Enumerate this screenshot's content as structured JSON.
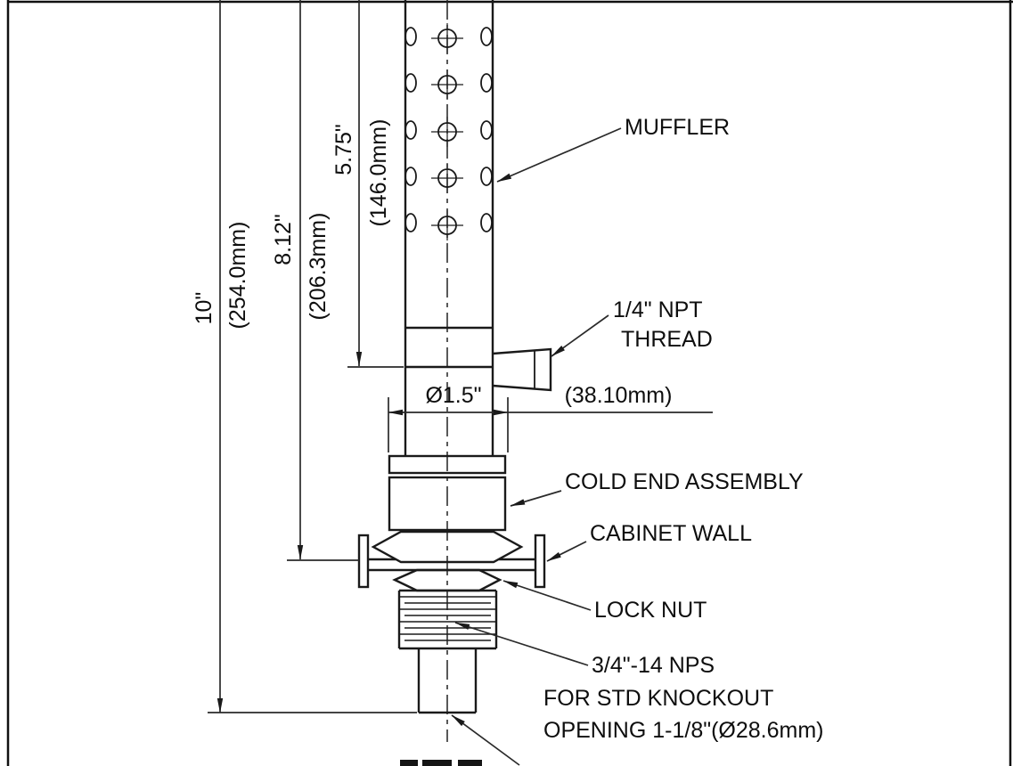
{
  "dimensions": {
    "overall_length_in": "10\"",
    "overall_length_mm": "(254.0mm)",
    "length_to_wall_in": "8.12\"",
    "length_to_wall_mm": "(206.3mm)",
    "muffler_length_in": "5.75\"",
    "muffler_length_mm": "(146.0mm)",
    "body_diameter_in": "Ø1.5\"",
    "body_diameter_mm": "(38.10mm)"
  },
  "callouts": {
    "muffler": "MUFFLER",
    "npt_thread_line1": "1/4\" NPT",
    "npt_thread_line2": "THREAD",
    "cold_end_assembly": "COLD END ASSEMBLY",
    "cabinet_wall": "CABINET WALL",
    "lock_nut": "LOCK NUT",
    "knockout_line1": "3/4\"-14 NPS",
    "knockout_line2": "FOR STD KNOCKOUT",
    "knockout_line3": "OPENING 1-1/8\"(Ø28.6mm)"
  }
}
